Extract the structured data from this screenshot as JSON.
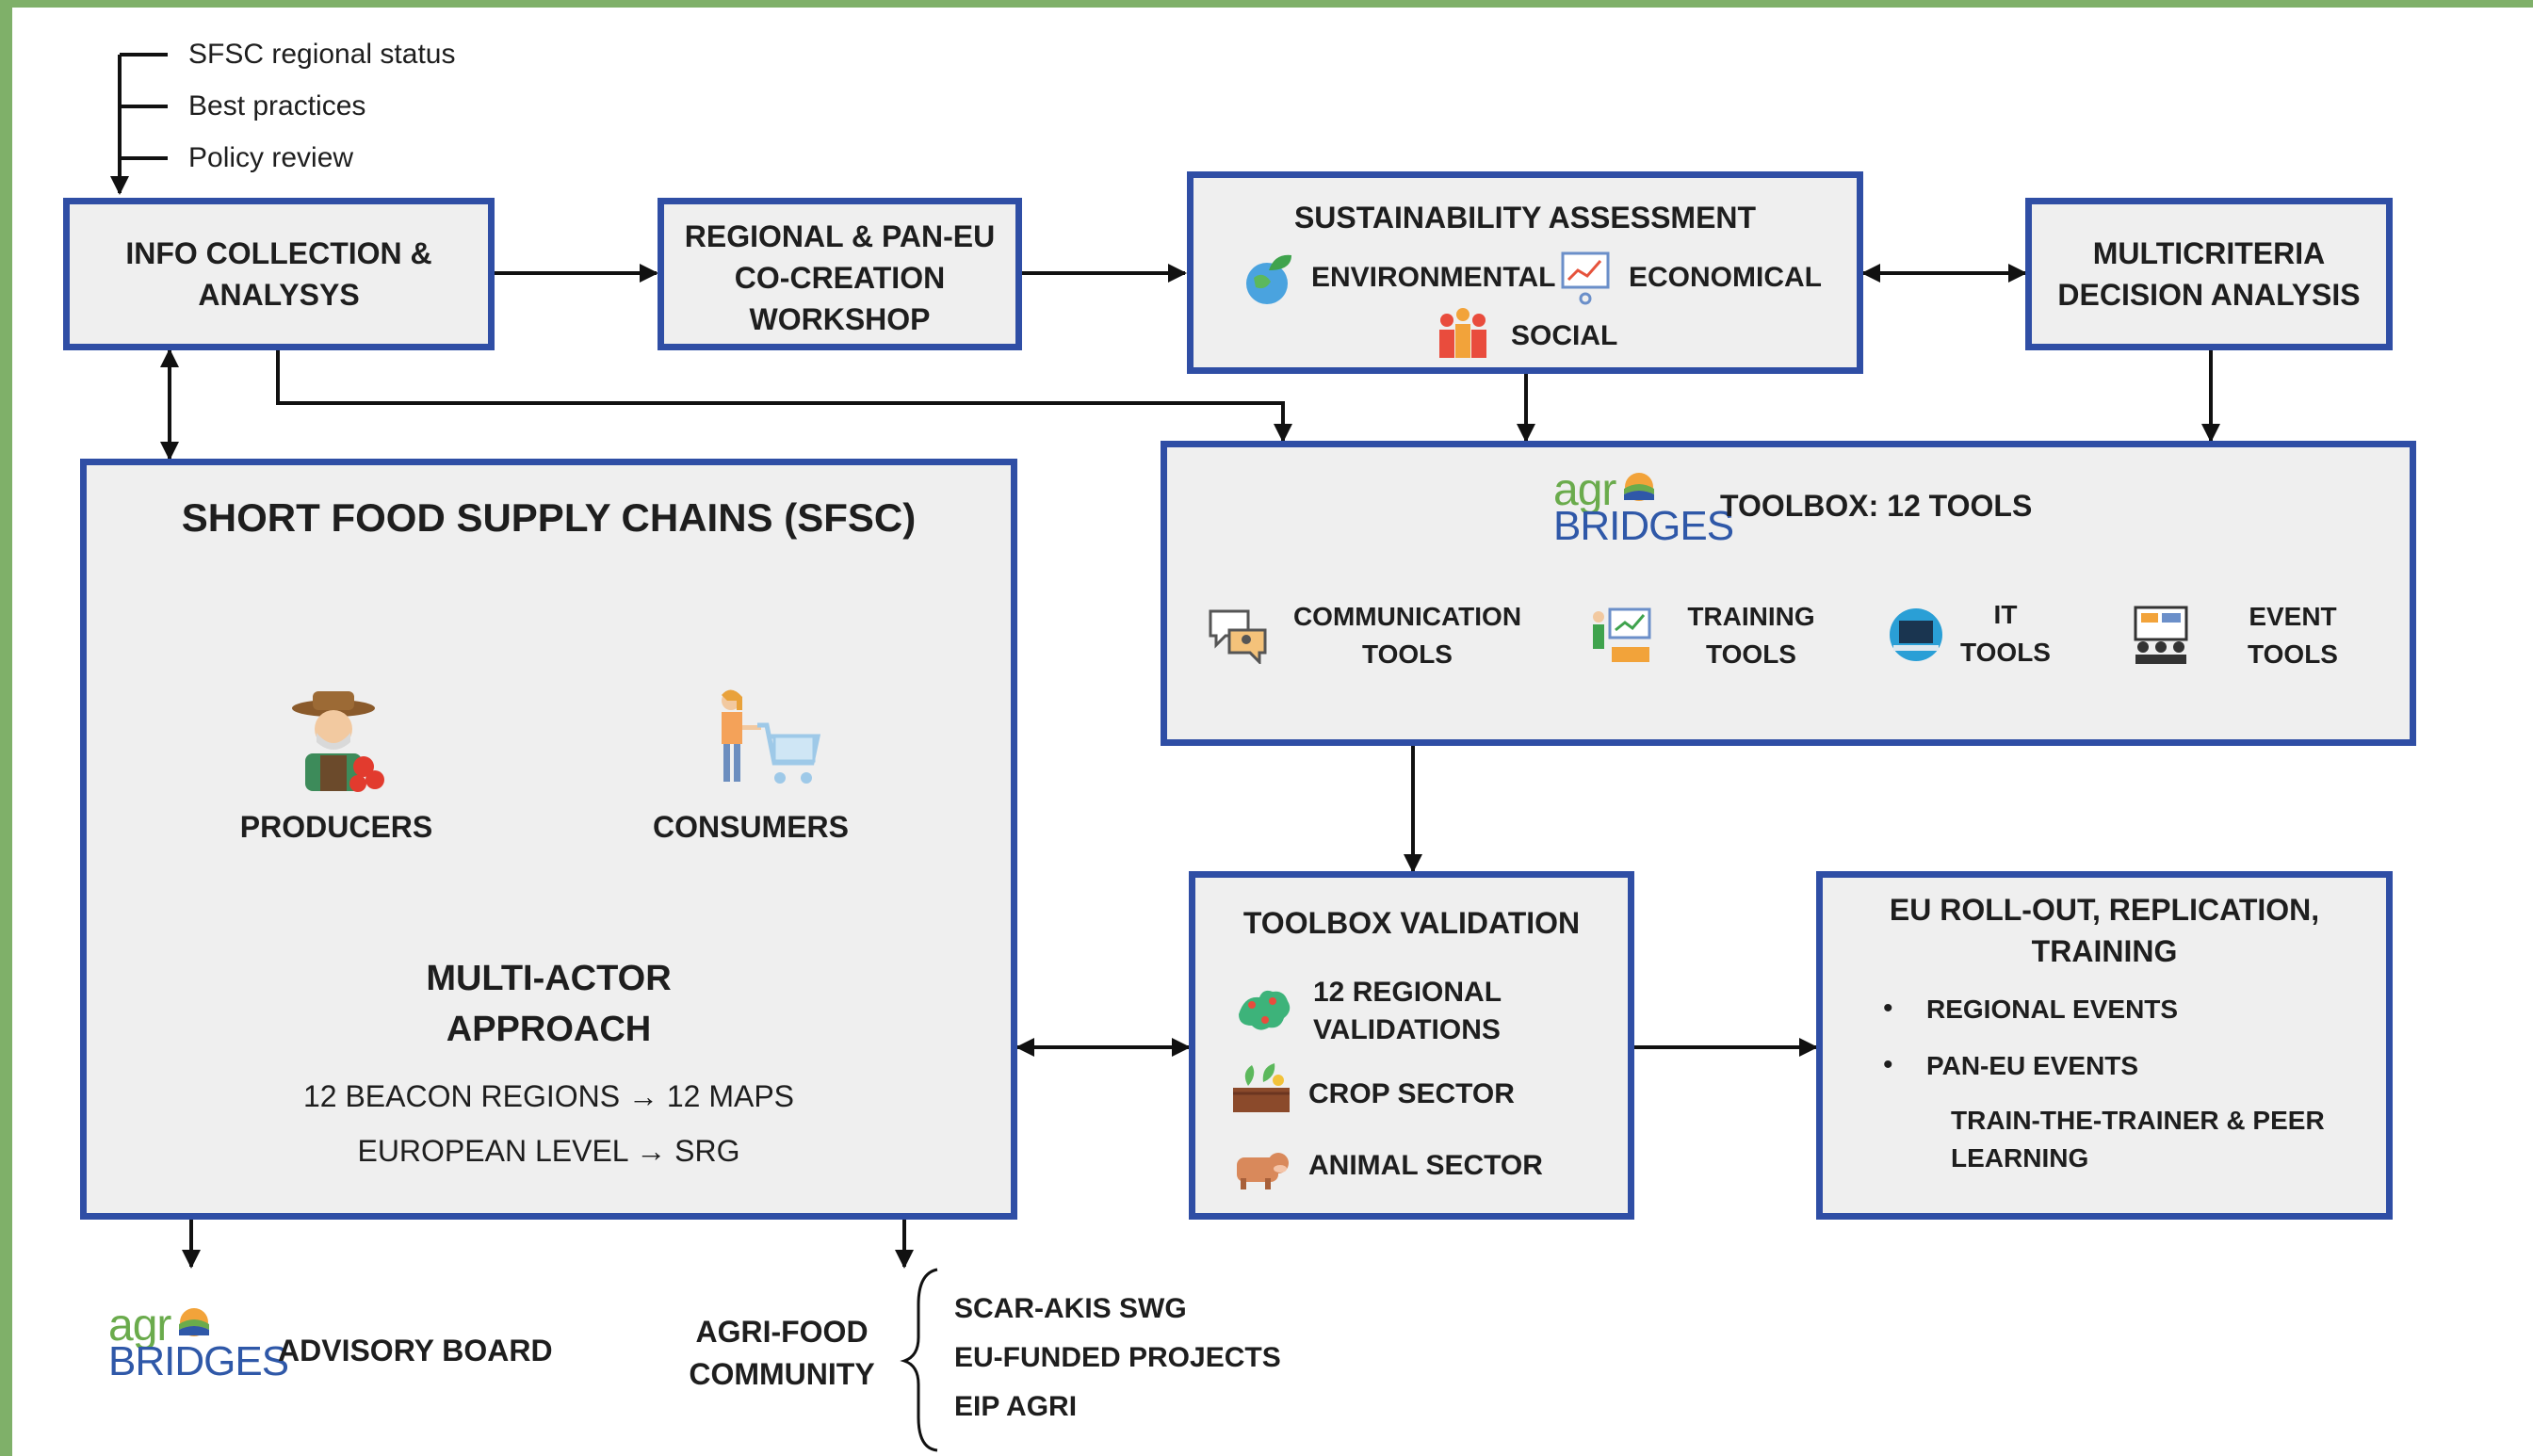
{
  "inputs": [
    "SFSC regional status",
    "Best practices",
    "Policy review"
  ],
  "info_collection": {
    "line1": "INFO COLLECTION &",
    "line2": "ANALYSYS"
  },
  "workshop": {
    "line1": "REGIONAL & PAN-EU",
    "line2": "CO-CREATION",
    "line3": "WORKSHOP"
  },
  "sustainability": {
    "title": "SUSTAINABILITY ASSESSMENT",
    "environmental": "ENVIRONMENTAL",
    "economical": "ECONOMICAL",
    "social": "SOCIAL"
  },
  "mcda": {
    "line1": "MULTICRITERIA",
    "line2": "DECISION ANALYSIS"
  },
  "sfsc": {
    "title": "SHORT FOOD SUPPLY CHAINS (SFSC)",
    "producers": "PRODUCERS",
    "consumers": "CONSUMERS",
    "approach_line1": "MULTI-ACTOR",
    "approach_line2": "APPROACH",
    "beacon": "12 BEACON REGIONS → 12 MAPS",
    "european": "EUROPEAN LEVEL → SRG"
  },
  "logo": {
    "agr": "agr",
    "bridges": "BRIDGES"
  },
  "toolbox": {
    "title": "TOOLBOX: 12 TOOLS",
    "tools": [
      {
        "line1": "COMMUNICATION",
        "line2": "TOOLS",
        "icon": "speech-bubbles-icon"
      },
      {
        "line1": "TRAINING",
        "line2": "TOOLS",
        "icon": "training-icon"
      },
      {
        "line1": "IT",
        "line2": "TOOLS",
        "icon": "laptop-icon"
      },
      {
        "line1": "EVENT",
        "line2": "TOOLS",
        "icon": "event-icon"
      }
    ]
  },
  "validation": {
    "title": "TOOLBOX VALIDATION",
    "regional_line1": "12 REGIONAL",
    "regional_line2": "VALIDATIONS",
    "crop": "CROP SECTOR",
    "animal": "ANIMAL SECTOR"
  },
  "rollout": {
    "title_line1": "EU ROLL-OUT, REPLICATION,",
    "title_line2": "TRAINING",
    "bullets": [
      "REGIONAL EVENTS",
      "PAN-EU EVENTS"
    ],
    "extra_line1": "TRAIN-THE-TRAINER  & PEER",
    "extra_line2": "LEARNING"
  },
  "advisory_board": "ADVISORY BOARD",
  "community": {
    "line1": "AGRI-FOOD",
    "line2": "COMMUNITY",
    "members": [
      "SCAR-AKIS SWG",
      "EU-FUNDED PROJECTS",
      "EIP AGRI"
    ]
  },
  "colors": {
    "box_border": "#2f4ea5",
    "box_fill": "#efefef",
    "frame": "#7fb069",
    "logo_green": "#6aab4c",
    "logo_blue": "#2f58a8"
  }
}
